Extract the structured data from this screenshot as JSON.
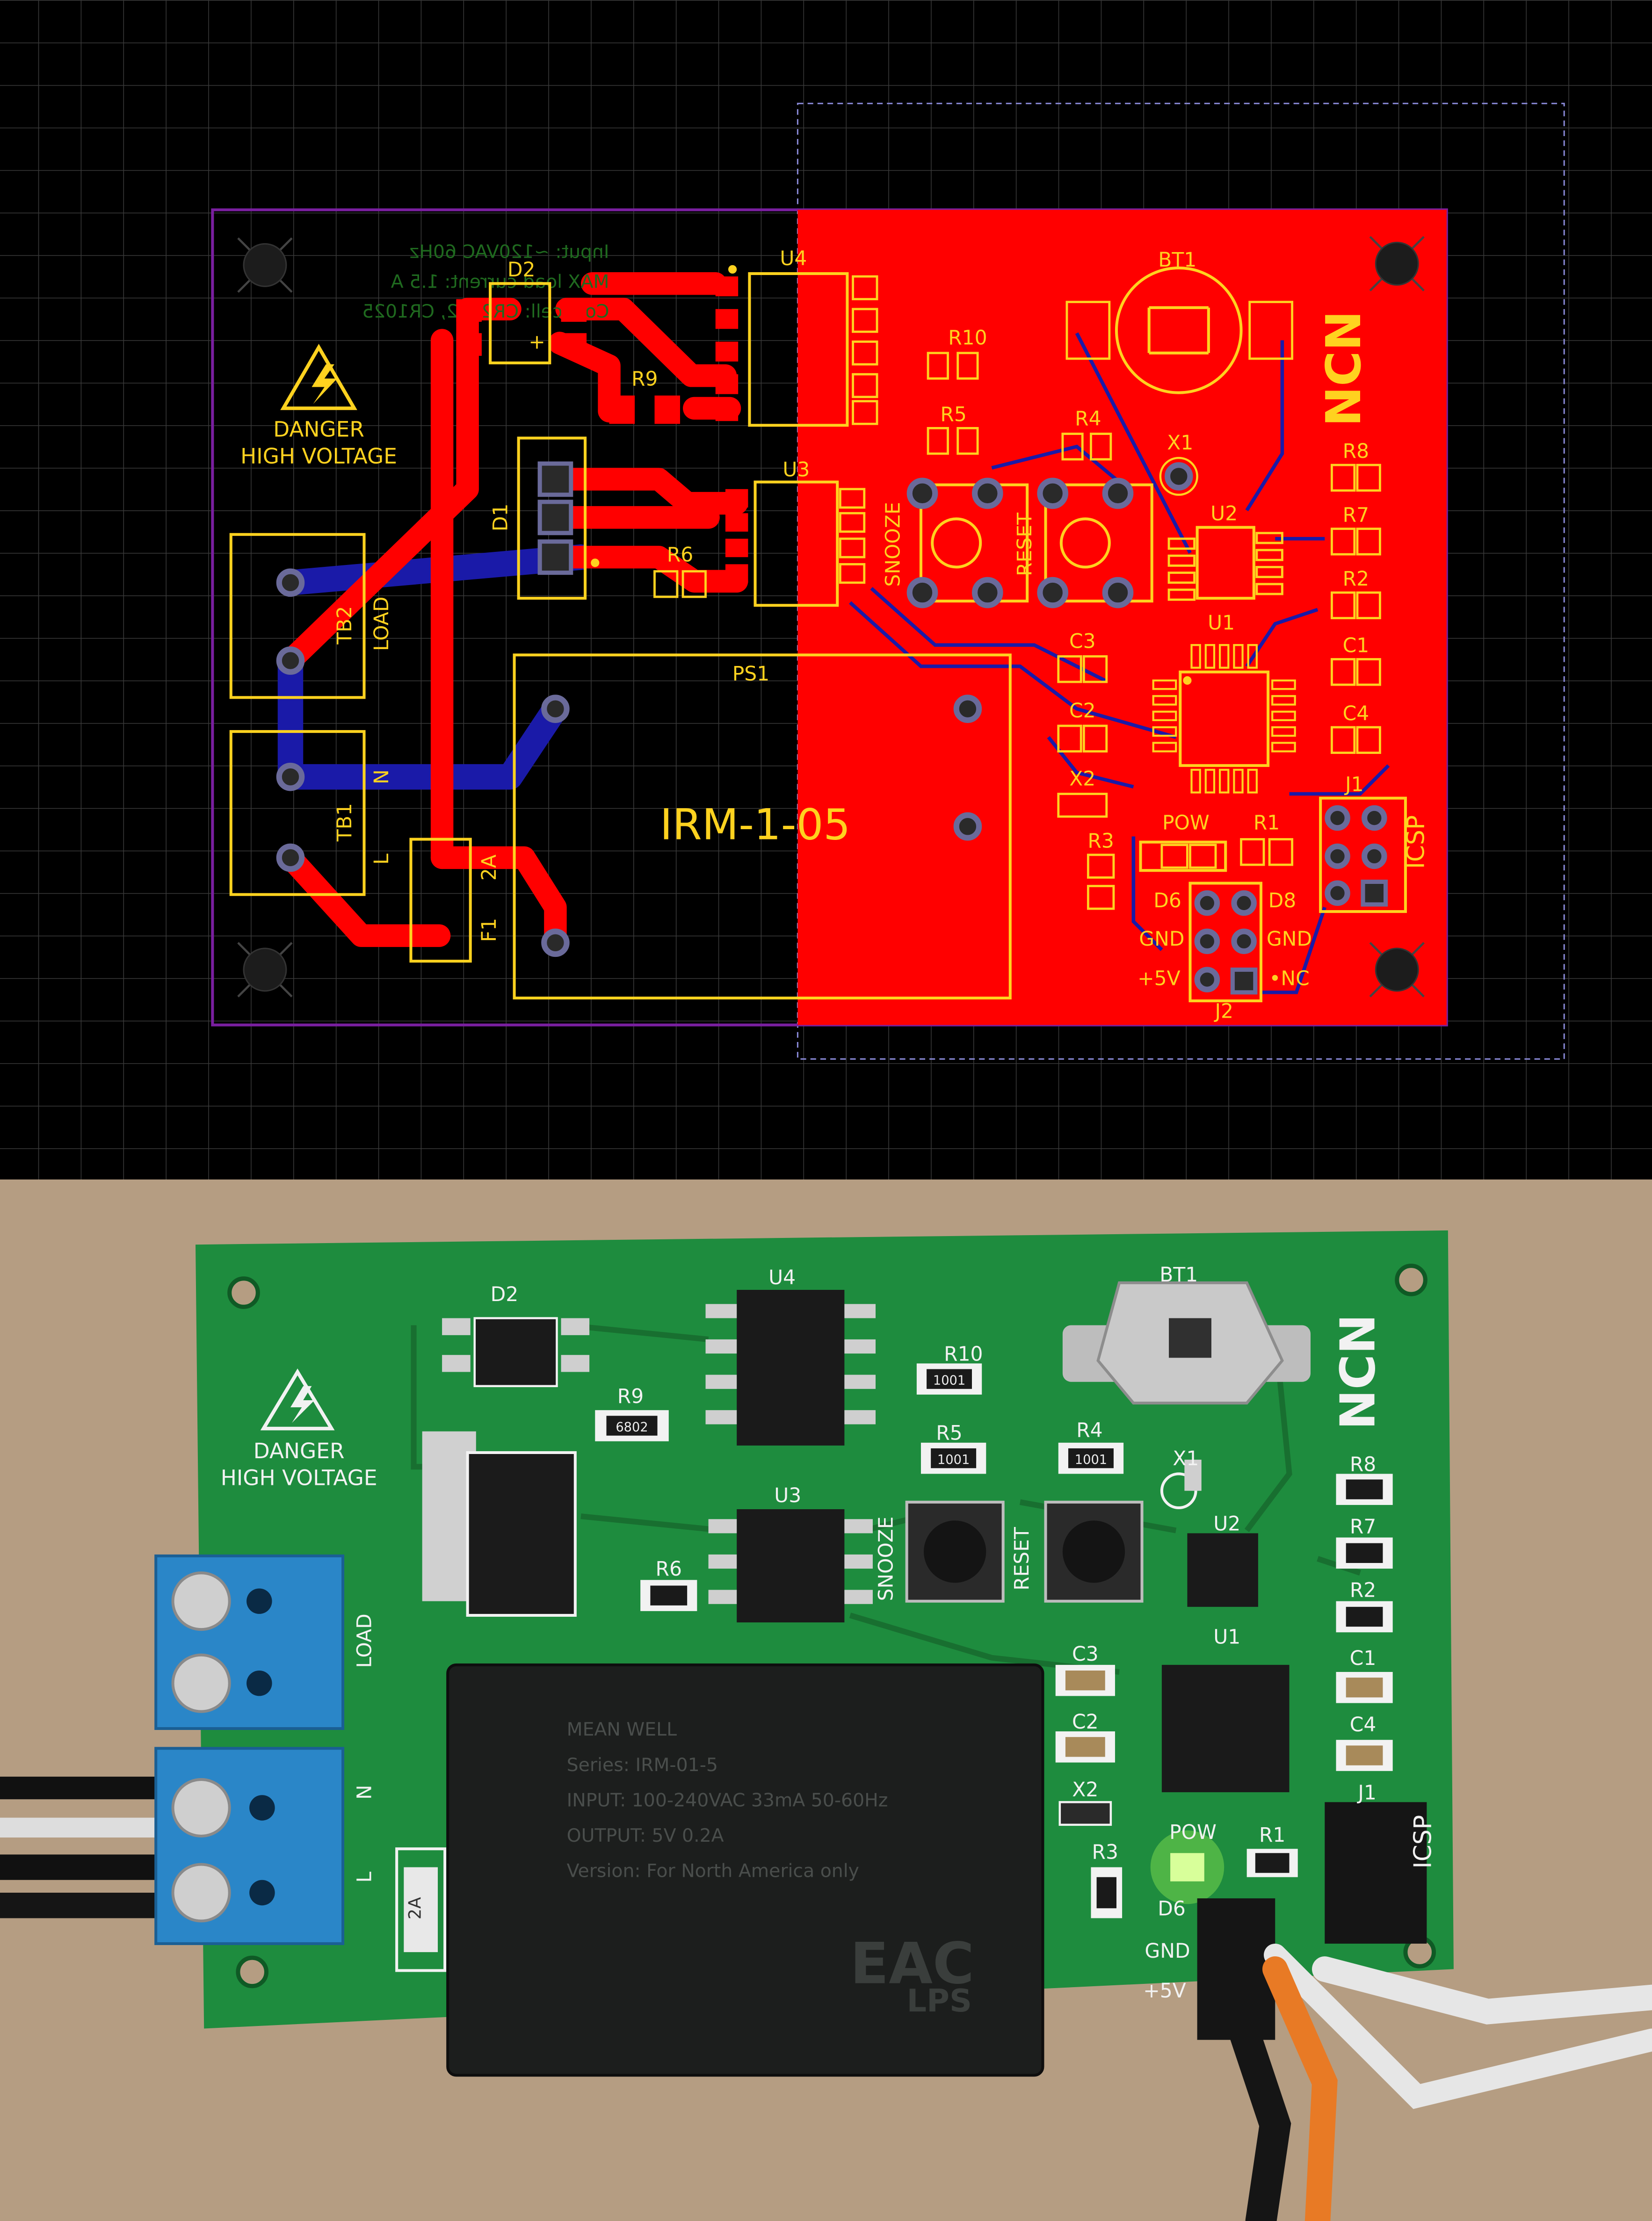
{
  "layout": {
    "input_lines": [
      "Input: ~120VAC 60Hz",
      "MAX load current: 1.5 A",
      "Coin cell: CR2032, CR1025"
    ],
    "danger": [
      "DANGER",
      "HIGH VOLTAGE"
    ],
    "logo": "NCN",
    "module": "IRM-1-05",
    "refs": {
      "bt1": "BT1",
      "d2": "D2",
      "u4": "U4",
      "r10": "R10",
      "r9": "R9",
      "r5": "R5",
      "r4": "R4",
      "x1": "X1",
      "r8": "R8",
      "r7": "R7",
      "r2": "R2",
      "u2": "U2",
      "u3": "U3",
      "r6": "R6",
      "d1": "D1",
      "u1": "U1",
      "c3": "C3",
      "c2": "C2",
      "c1": "C1",
      "c4": "C4",
      "x2": "X2",
      "ps1": "PS1",
      "pow": "POW",
      "r1": "R1",
      "r3": "R3",
      "j1": "J1",
      "d6": "D6",
      "d8": "D8",
      "j2": "J2",
      "tb2": "TB2",
      "tb1": "TB1",
      "f1": "F1"
    },
    "labels": {
      "snooze": "SNOOZE",
      "reset": "RESET",
      "load": "LOAD",
      "n": "N",
      "l": "L",
      "fuse": "2A",
      "icsp": "ICSP",
      "gnd_left": "GND",
      "gnd_right": "GND",
      "plus5v": "+5V",
      "nc": "•NC"
    }
  },
  "photo": {
    "danger": [
      "DANGER",
      "HIGH VOLTAGE"
    ],
    "logo": "NCN",
    "refs": {
      "d2": "D2",
      "u4": "U4",
      "r10": "R10",
      "bt1": "BT1",
      "r9": "R9",
      "r5": "R5",
      "r4": "R4",
      "x1": "X1",
      "r8": "R8",
      "r7": "R7",
      "u3": "U3",
      "u2": "U2",
      "r6": "R6",
      "r2": "R2",
      "u1": "U1",
      "c3": "C3",
      "c1": "C1",
      "c2": "C2",
      "c4": "C4",
      "x2": "X2",
      "j1": "J1",
      "r3": "R3",
      "r1": "R1",
      "pow": "POW",
      "d6": "D6"
    },
    "labels": {
      "snooze": "SNOOZE",
      "reset": "RESET",
      "load": "LOAD",
      "n": "N",
      "l": "L",
      "fuse": "2A",
      "icsp": "ICSP",
      "gnd": "GND",
      "plus5v": "+5V"
    },
    "chip_marks": {
      "r9": "6802",
      "r10": "1001",
      "r5": "1001",
      "r4": "1001"
    },
    "psu_text": [
      "MEAN WELL",
      "Series: IRM-01-5",
      "INPUT: 100-240VAC 33mA 50-60Hz",
      "OUTPUT: 5V 0.2A",
      "Version: For North America only"
    ],
    "psu_marks": [
      "EAC",
      "LPS"
    ]
  },
  "colors": {
    "background": "#000000",
    "grid": "#3a3a3a",
    "copper_top": "#ff0000",
    "copper_bottom": "#1a1aa8",
    "silkscreen": "#ffd21f",
    "outline": "#7a1fa0",
    "soldermask": "#1e8c3e",
    "silk_white": "#f2f2f2",
    "terminal_blue": "#2a86c8"
  }
}
